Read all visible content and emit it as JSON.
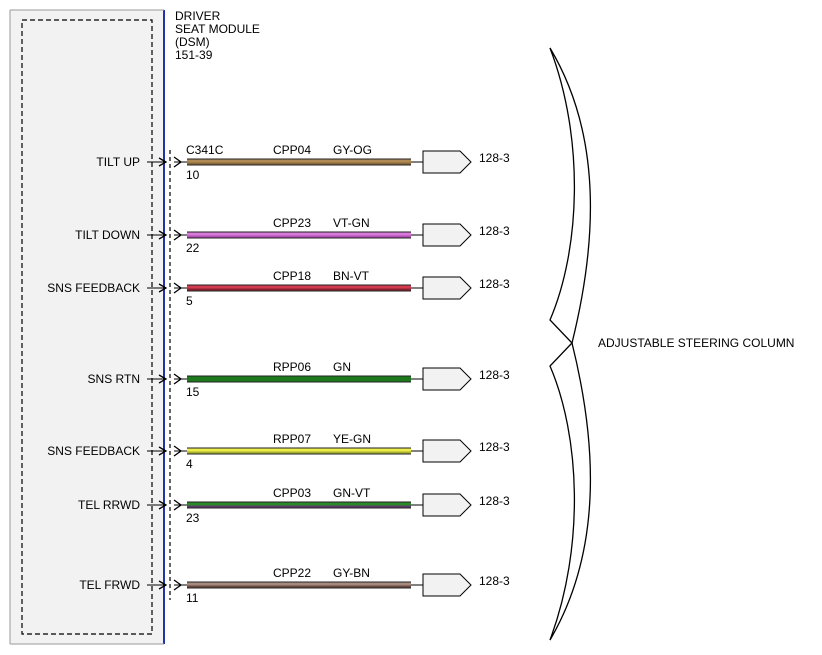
{
  "module": {
    "name_lines": [
      "DRIVER",
      "SEAT MODULE",
      "(DSM)",
      "151-39"
    ],
    "connector": "C341C",
    "colors": {
      "border": "#2233aa",
      "fill": "#f2f2f2"
    }
  },
  "destination": {
    "label": "ADJUSTABLE STEERING COLUMN"
  },
  "circuits": [
    {
      "label": "TILT UP",
      "pin": "10",
      "circuit": "CPP04",
      "wire": "GY-OG",
      "ref": "128-3",
      "colors": [
        "#b08a55",
        "#8a6a3a"
      ]
    },
    {
      "label": "TILT DOWN",
      "pin": "22",
      "circuit": "CPP23",
      "wire": "VT-GN",
      "ref": "128-3",
      "colors": [
        "#d77ad9",
        "#b04fb4"
      ]
    },
    {
      "label": "SNS FEEDBACK",
      "pin": "5",
      "circuit": "CPP18",
      "wire": "BN-VT",
      "ref": "128-3",
      "colors": [
        "#d23a4e",
        "#8a2030"
      ]
    },
    {
      "label": "SNS RTN",
      "pin": "15",
      "circuit": "RPP06",
      "wire": "GN",
      "ref": "128-3",
      "colors": [
        "#1c7a1c",
        "#1c7a1c"
      ]
    },
    {
      "label": "SNS FEEDBACK",
      "pin": "4",
      "circuit": "RPP07",
      "wire": "YE-GN",
      "ref": "128-3",
      "colors": [
        "#ecec4a",
        "#a8b030"
      ]
    },
    {
      "label": "TEL RRWD",
      "pin": "23",
      "circuit": "CPP03",
      "wire": "GN-VT",
      "ref": "128-3",
      "colors": [
        "#2a8a2a",
        "#5a3a6a"
      ]
    },
    {
      "label": "TEL FRWD",
      "pin": "11",
      "circuit": "CPP22",
      "wire": "GY-BN",
      "ref": "128-3",
      "colors": [
        "#a58a80",
        "#6a4a40"
      ]
    }
  ]
}
